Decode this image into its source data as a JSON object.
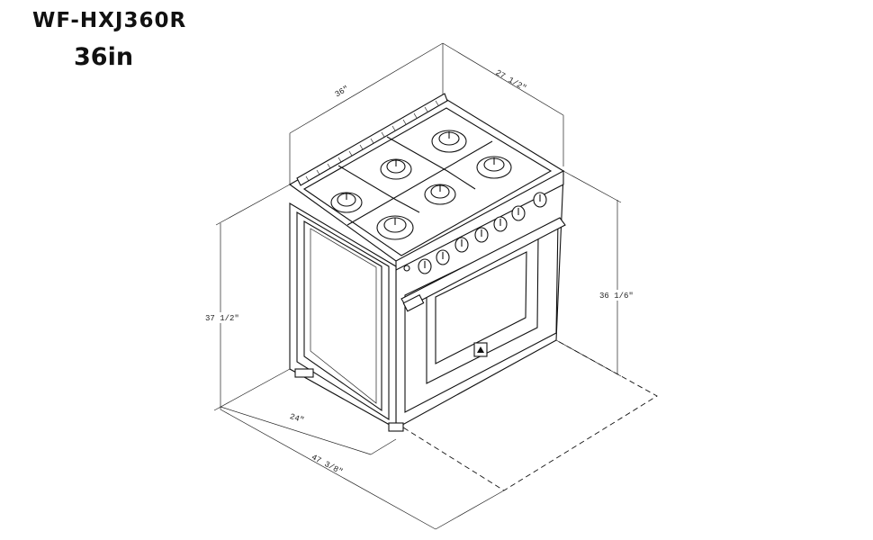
{
  "header": {
    "model": "WF-HXJ360R",
    "size": "36in"
  },
  "dimensions": {
    "width": "36\"",
    "depth_top": "27 1/2\"",
    "height_right": "36 1/6\"",
    "height_left": "37 1/2\"",
    "depth_bottom": "24\"",
    "door_open_depth": "47 3/8\""
  }
}
